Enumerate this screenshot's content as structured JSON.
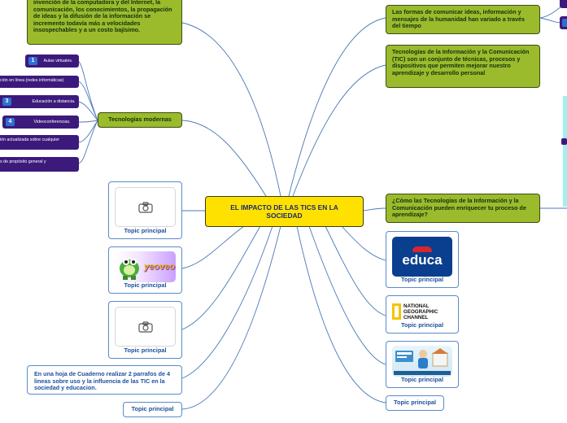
{
  "central": "EL IMPACTO DE LAS TICS EN LA SOCIEDAD",
  "left_top_note": "invención de la computadora y del Internet, la comunicación, los conocimientos, la propagación de ideas y la difusión de la información se incremento todavía más a velocidades insospechables y a un costo bajísimo.",
  "modern_tech": "Tecnologías modernas",
  "modern_items": [
    {
      "num": "1",
      "label": "Aulas virtuales."
    },
    {
      "num": "",
      "label": "ción en línea (redes informáticas)"
    },
    {
      "num": "3",
      "label": "Educación a distancia."
    },
    {
      "num": "4",
      "label": "Videoconferencias."
    },
    {
      "num": "",
      "label": "ión actualizada sobre cualquier"
    },
    {
      "num": "",
      "label": "s de propósito general y"
    }
  ],
  "topic_label": "Topic principal",
  "assignment": "En una hoja de Cuaderno realizar 2 parrafos de 4 lineas sobre uso y la influencia de las TIC en la sociedad y educacion.",
  "right_1": "Las formas de comunicar ideas, información y mensajes de la humanidad han variado a través del tiempo",
  "right_2": "Tecnologías de la Información y la Comunicación (TIC) son un conjunto de técnicas, procesos y dispositivos que permiten mejorar nuestro aprendizaje y desarrollo personal",
  "right_3": "¿Cómo las Tecnologías de la Información y la Comunicación pueden enriquecer tu proceso de aprendizaje?",
  "logos": {
    "yeoveo": "yeoveo",
    "educa": "educa",
    "natgeo": "NATIONAL GEOGRAPHIC CHANNEL"
  },
  "colors": {
    "line": "#4c78b8",
    "green": "#9bbb2c",
    "central": "#ffe100",
    "purple": "#3c1a7c",
    "badge": "#2f6fd4"
  }
}
